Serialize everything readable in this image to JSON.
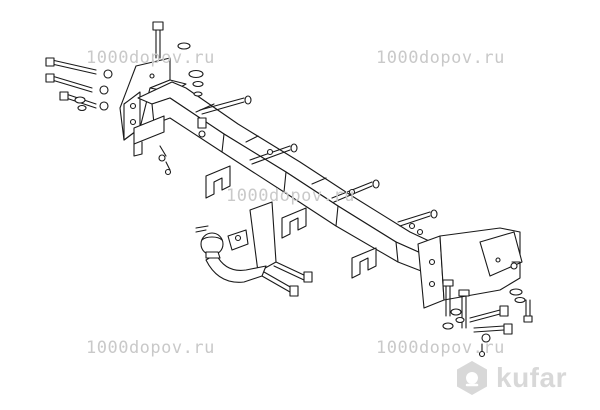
{
  "watermarks": {
    "top_left": "1000dopov.ru",
    "top_right": "1000dopov.ru",
    "center": "1000dopov.ru",
    "bottom_left": "1000dopov.ru",
    "bottom_right": "1000dopov.ru"
  },
  "logo": {
    "text": "kufar"
  }
}
